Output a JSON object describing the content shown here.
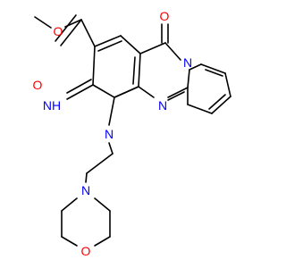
{
  "molecule": {
    "atoms": {
      "O_methoxy": "O",
      "O_carbonyl_ester": "O",
      "O_carbonyl_ring": "O",
      "N_ring": "N",
      "N_bridge": "N",
      "N1": "N",
      "NH_imino": "NH",
      "N_morpholine": "N",
      "O_morpholine": "O"
    },
    "colors": {
      "bond": "#000000",
      "oxygen": "#ff0000",
      "nitrogen": "#0000ff",
      "background": "#ffffff"
    }
  }
}
